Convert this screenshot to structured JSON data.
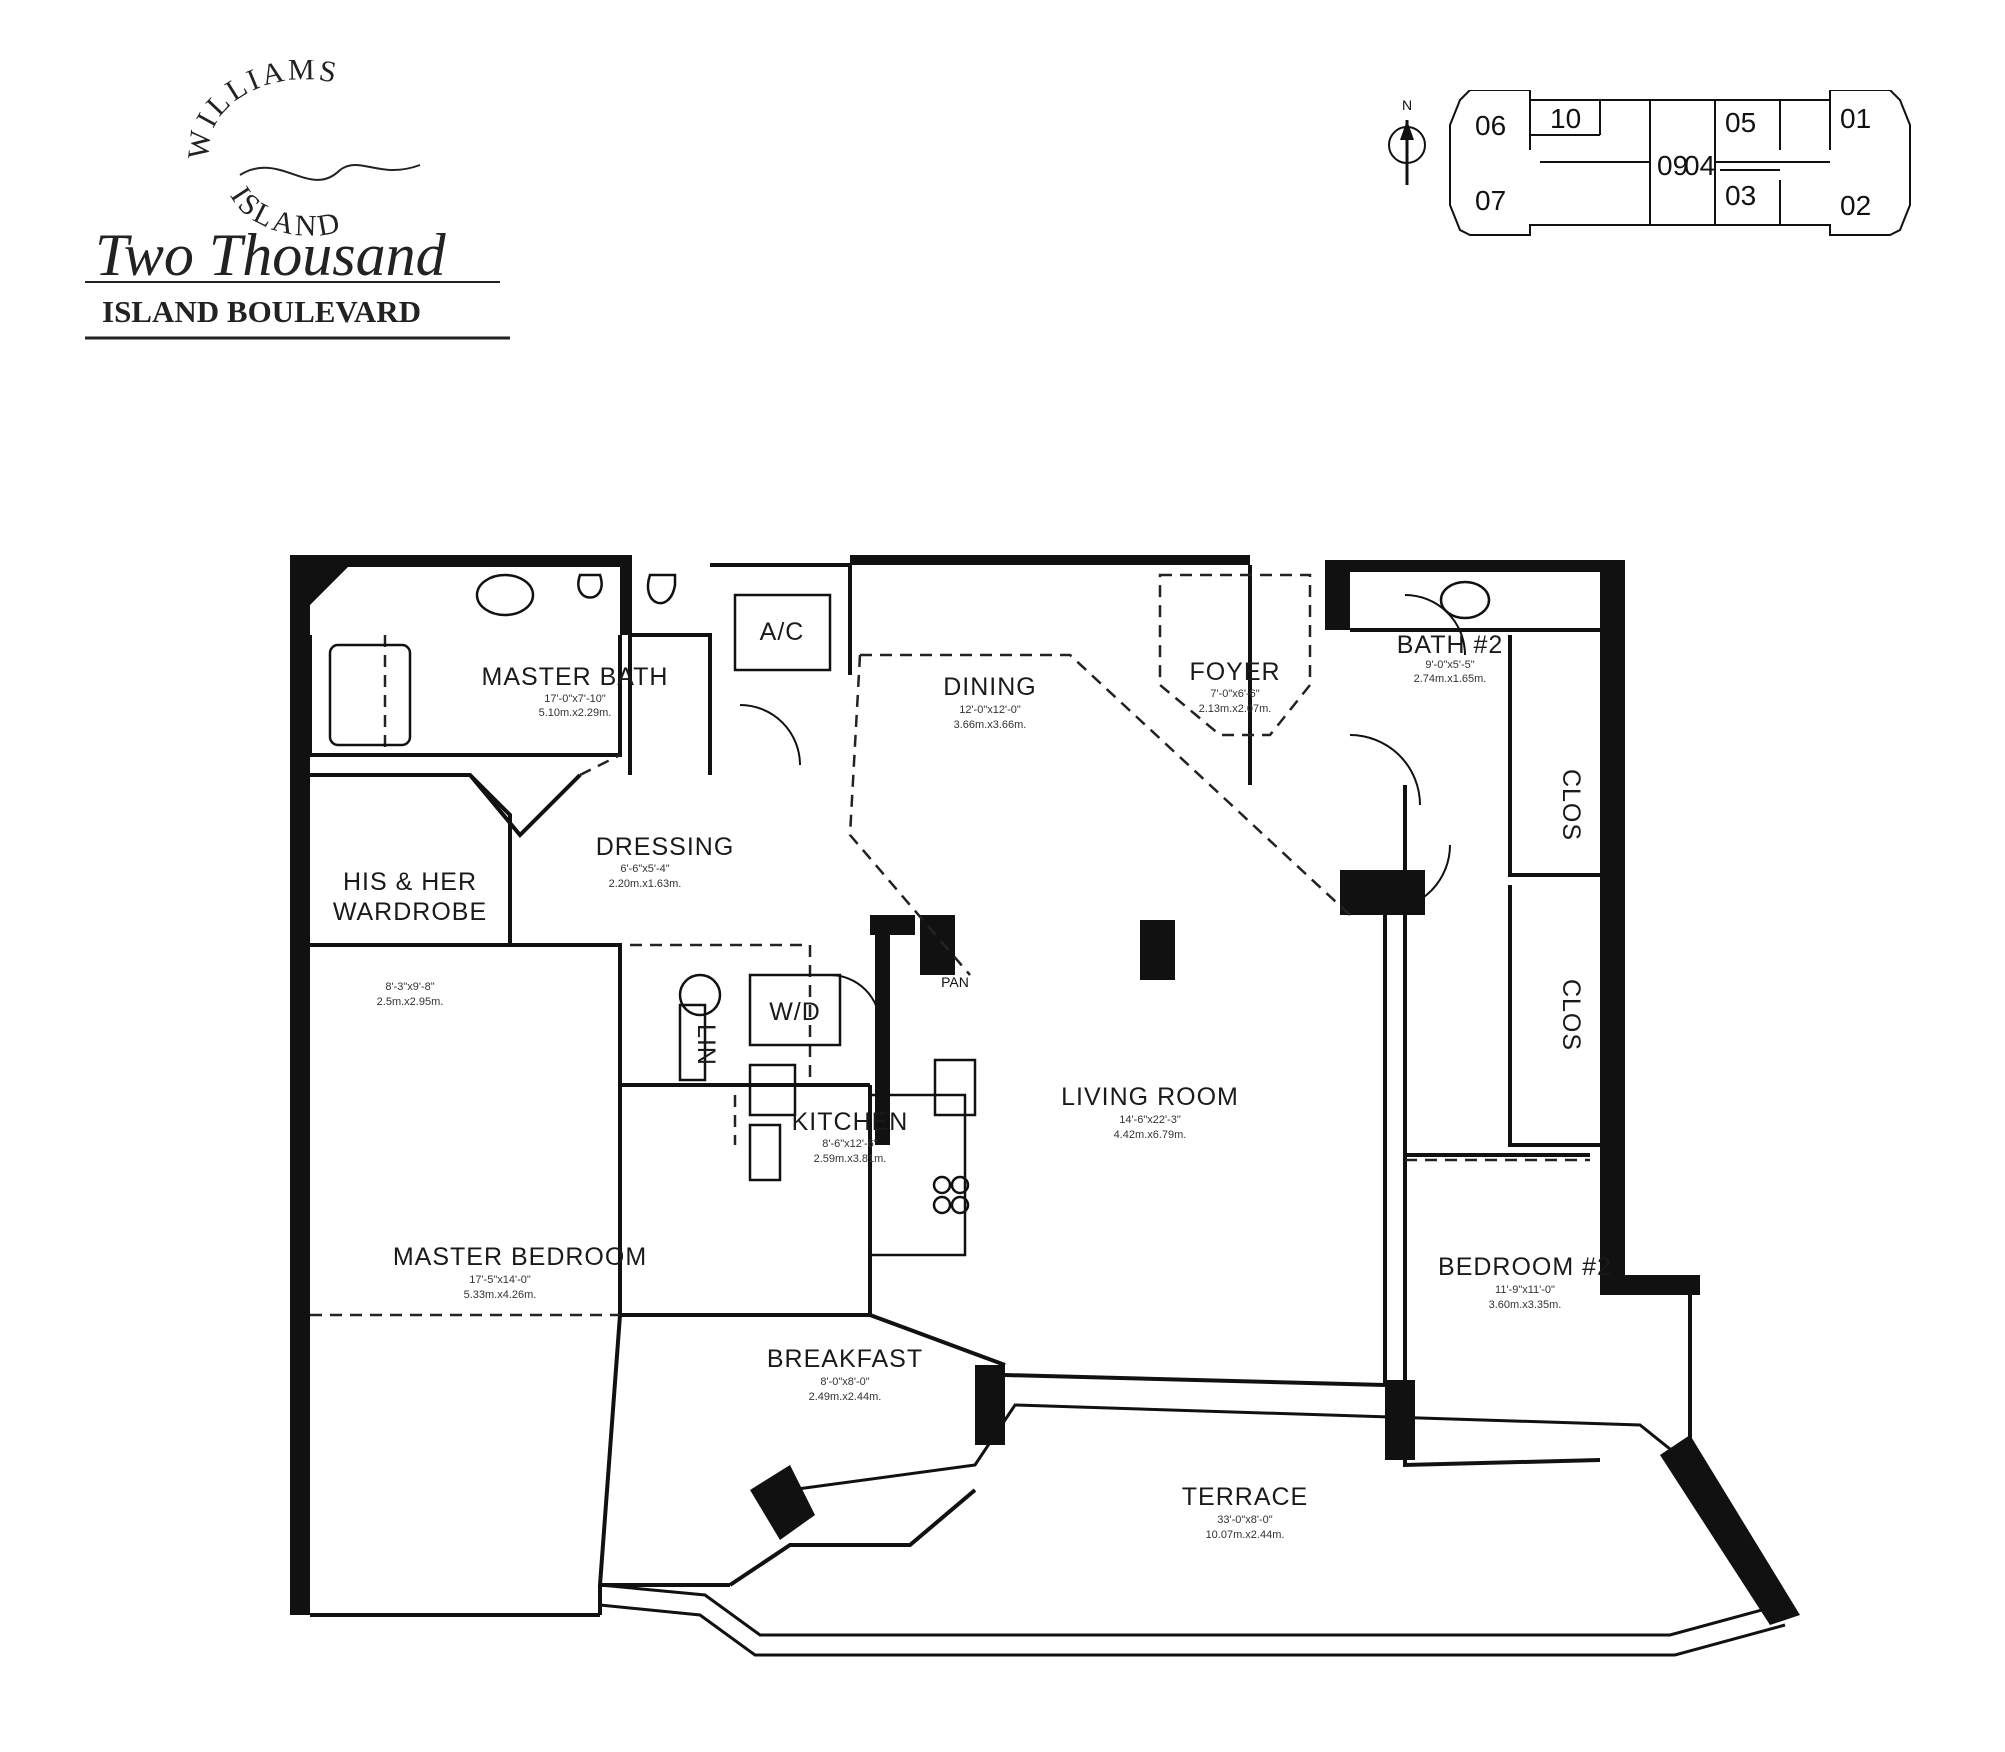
{
  "logo": {
    "line1": "WILLIAMS",
    "line2": "ISLAND",
    "script": "Two Thousand",
    "subtitle": "ISLAND BOULEVARD"
  },
  "key_plan": {
    "north": "N",
    "units": [
      "06",
      "10",
      "09",
      "04",
      "05",
      "01",
      "07",
      "03",
      "02"
    ]
  },
  "rooms": {
    "master_bath": {
      "name": "MASTER BATH",
      "dim1": "17'-0\"x7'-10\"",
      "dim2": "5.10m.x2.29m."
    },
    "ac": {
      "name": "A/C"
    },
    "dining": {
      "name": "DINING",
      "dim1": "12'-0\"x12'-0\"",
      "dim2": "3.66m.x3.66m."
    },
    "foyer": {
      "name": "FOYER",
      "dim1": "7'-0\"x6'-6\"",
      "dim2": "2.13m.x2.07m."
    },
    "bath2": {
      "name": "BATH #2",
      "dim1": "9'-0\"x5'-5\"",
      "dim2": "2.74m.x1.65m."
    },
    "clos1": {
      "name": "CLOS"
    },
    "clos2": {
      "name": "CLOS"
    },
    "wardrobe": {
      "name1": "HIS & HER",
      "name2": "WARDROBE",
      "dim1": "8'-3\"x9'-8\"",
      "dim2": "2.5m.x2.95m."
    },
    "dressing": {
      "name": "DRESSING",
      "dim1": "6'-6\"x5'-4\"",
      "dim2": "2.20m.x1.63m."
    },
    "wd": {
      "name": "W/D"
    },
    "lin": {
      "name": "LIN"
    },
    "pan": {
      "name": "PAN"
    },
    "kitchen": {
      "name": "KITCHEN",
      "dim1": "8'-6\"x12'-6\"",
      "dim2": "2.59m.x3.81m."
    },
    "living": {
      "name": "LIVING ROOM",
      "dim1": "14'-6\"x22'-3\"",
      "dim2": "4.42m.x6.79m."
    },
    "master_bed": {
      "name": "MASTER BEDROOM",
      "dim1": "17'-5\"x14'-0\"",
      "dim2": "5.33m.x4.26m."
    },
    "bedroom2": {
      "name": "BEDROOM #2",
      "dim1": "11'-9\"x11'-0\"",
      "dim2": "3.60m.x3.35m."
    },
    "breakfast": {
      "name": "BREAKFAST",
      "dim1": "8'-0\"x8'-0\"",
      "dim2": "2.49m.x2.44m."
    },
    "terrace": {
      "name": "TERRACE",
      "dim1": "33'-0\"x8'-0\"",
      "dim2": "10.07m.x2.44m."
    }
  }
}
